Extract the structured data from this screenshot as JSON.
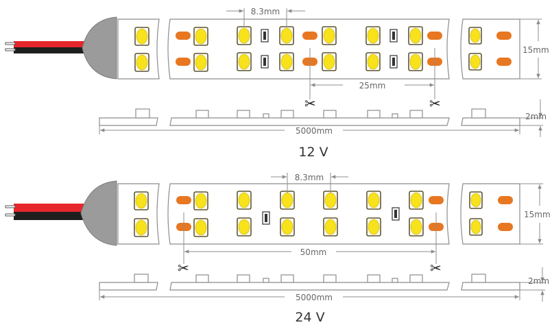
{
  "colors": {
    "led_fill": "#f7e21c",
    "led_border": "#3a3000",
    "solder_pad": "#e87722",
    "wire_red": "#e6262c",
    "wire_black": "#1e1e1e",
    "cap": "#9b9b9b",
    "line": "#8c8c8c"
  },
  "diagram_12v": {
    "voltage_label": "12 V",
    "led_pitch_label": "8.3mm",
    "cut_interval_label": "25mm",
    "width_label": "15mm",
    "thickness_label": "2mm",
    "length_label": "5000mm"
  },
  "diagram_24v": {
    "voltage_label": "24 V",
    "led_pitch_label": "8.3mm",
    "cut_interval_label": "50mm",
    "width_label": "15mm",
    "thickness_label": "2mm",
    "length_label": "5000mm"
  }
}
